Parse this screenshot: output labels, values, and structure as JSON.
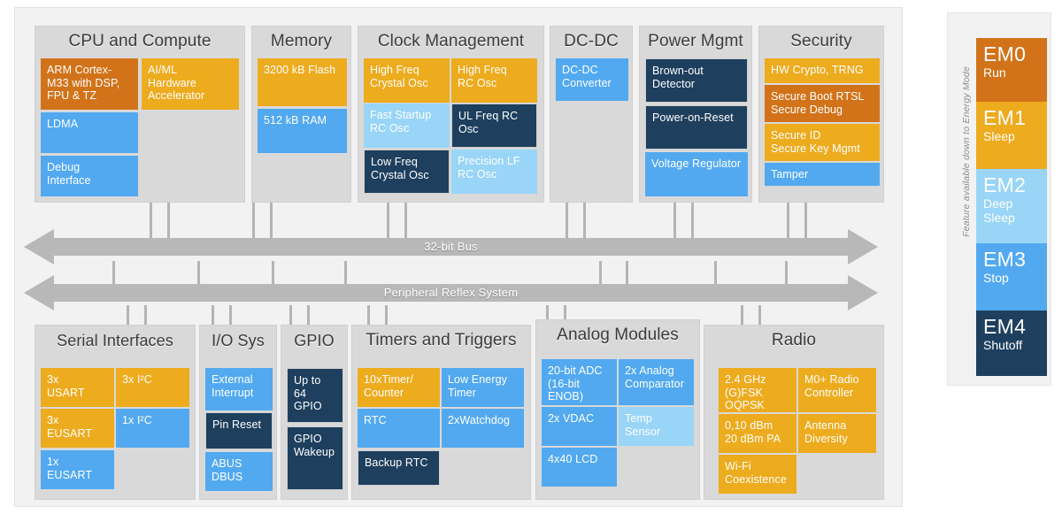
{
  "legend": {
    "caption": "Feature available down to Energy Mode",
    "modes": [
      {
        "num": "EM0",
        "sub": "Run",
        "color": "#d2731a"
      },
      {
        "num": "EM1",
        "sub": "Sleep",
        "color": "#edab1e"
      },
      {
        "num": "EM2",
        "sub": "Deep\nSleep",
        "color": "#99d5f7"
      },
      {
        "num": "EM3",
        "sub": "Stop",
        "color": "#52a9f0"
      },
      {
        "num": "EM4",
        "sub": "Shutoff",
        "color": "#1e3f5e"
      }
    ]
  },
  "bus": {
    "primary": "32-bit Bus",
    "secondary": "Peripheral Reflex System"
  },
  "panels": {
    "cpu": {
      "title": "CPU and Compute"
    },
    "memory": {
      "title": "Memory"
    },
    "clock": {
      "title": "Clock Management"
    },
    "dcdc": {
      "title": "DC-DC"
    },
    "power": {
      "title": "Power Mgmt"
    },
    "security": {
      "title": "Security"
    },
    "serial": {
      "title": "Serial Interfaces"
    },
    "iosys": {
      "title": "I/O Sys"
    },
    "gpio": {
      "title": "GPIO"
    },
    "timers": {
      "title": "Timers and Triggers"
    },
    "analog": {
      "title": "Analog Modules"
    },
    "radio": {
      "title": "Radio"
    }
  },
  "blocks": {
    "cpu": [
      {
        "label": "ARM Cortex-\nM33 with DSP,\nFPU & TZ",
        "mode": "EM0"
      },
      {
        "label": "AI/ML\nHardware\nAccelerator",
        "mode": "EM1"
      },
      {
        "label": "LDMA",
        "mode": "EM3"
      },
      {
        "label": "Debug\nInterface",
        "mode": "EM3"
      }
    ],
    "memory": [
      {
        "label": "3200 kB Flash",
        "mode": "EM1"
      },
      {
        "label": "512 kB RAM",
        "mode": "EM3"
      }
    ],
    "clock": [
      {
        "label": "High Freq\nCrystal Osc",
        "mode": "EM1"
      },
      {
        "label": "High Freq\nRC Osc",
        "mode": "EM1"
      },
      {
        "label": "Fast Startup\nRC Osc",
        "mode": "EM2"
      },
      {
        "label": "UL Freq RC\nOsc",
        "mode": "EM4"
      },
      {
        "label": "Low Freq\nCrystal Osc",
        "mode": "EM4"
      },
      {
        "label": "Precision LF\nRC Osc",
        "mode": "EM2"
      }
    ],
    "dcdc": [
      {
        "label": "DC-DC\nConverter",
        "mode": "EM3"
      }
    ],
    "power": [
      {
        "label": "Brown-out\nDetector",
        "mode": "EM4"
      },
      {
        "label": "Power-on-Reset",
        "mode": "EM4"
      },
      {
        "label": "Voltage Regulator",
        "mode": "EM3"
      }
    ],
    "security": [
      {
        "label": "HW Crypto, TRNG",
        "mode": "EM1"
      },
      {
        "label": "Secure Boot RTSL\nSecure Debug",
        "mode": "EM0"
      },
      {
        "label": "Secure ID\nSecure Key Mgmt",
        "mode": "EM1"
      },
      {
        "label": "Tamper",
        "mode": "EM3"
      }
    ],
    "serial": [
      {
        "label": "3x\nUSART",
        "mode": "EM1"
      },
      {
        "label": "3x I²C",
        "mode": "EM1"
      },
      {
        "label": "3x\nEUSART",
        "mode": "EM1"
      },
      {
        "label": "1x I²C",
        "mode": "EM3"
      },
      {
        "label": "1x\nEUSART",
        "mode": "EM3"
      }
    ],
    "iosys": [
      {
        "label": "External\nInterrupt",
        "mode": "EM3"
      },
      {
        "label": "Pin Reset",
        "mode": "EM4"
      },
      {
        "label": "ABUS\nDBUS",
        "mode": "EM3"
      }
    ],
    "gpio": [
      {
        "label": "Up to\n64\nGPIO",
        "mode": "EM4"
      },
      {
        "label": "GPIO\nWakeup",
        "mode": "EM4"
      }
    ],
    "timers": [
      {
        "label": "10xTimer/\nCounter",
        "mode": "EM1"
      },
      {
        "label": "Low Energy\nTimer",
        "mode": "EM3"
      },
      {
        "label": "RTC",
        "mode": "EM3"
      },
      {
        "label": "2xWatchdog",
        "mode": "EM3"
      },
      {
        "label": "Backup RTC",
        "mode": "EM4"
      }
    ],
    "analog": [
      {
        "label": "20-bit ADC\n(16-bit\nENOB)",
        "mode": "EM3"
      },
      {
        "label": "2x Analog\nComparator",
        "mode": "EM3"
      },
      {
        "label": "2x VDAC",
        "mode": "EM3"
      },
      {
        "label": "Temp\nSensor",
        "mode": "EM2"
      },
      {
        "label": "4x40 LCD",
        "mode": "EM3"
      }
    ],
    "radio": [
      {
        "label": "2.4 GHz\n(G)FSK\nOQPSK",
        "mode": "EM1"
      },
      {
        "label": "M0+ Radio\nController",
        "mode": "EM1"
      },
      {
        "label": "0,10 dBm\n20 dBm PA",
        "mode": "EM1"
      },
      {
        "label": "Antenna\nDiversity",
        "mode": "EM1"
      },
      {
        "label": "Wi-Fi\nCoexistence",
        "mode": "EM1"
      }
    ]
  }
}
